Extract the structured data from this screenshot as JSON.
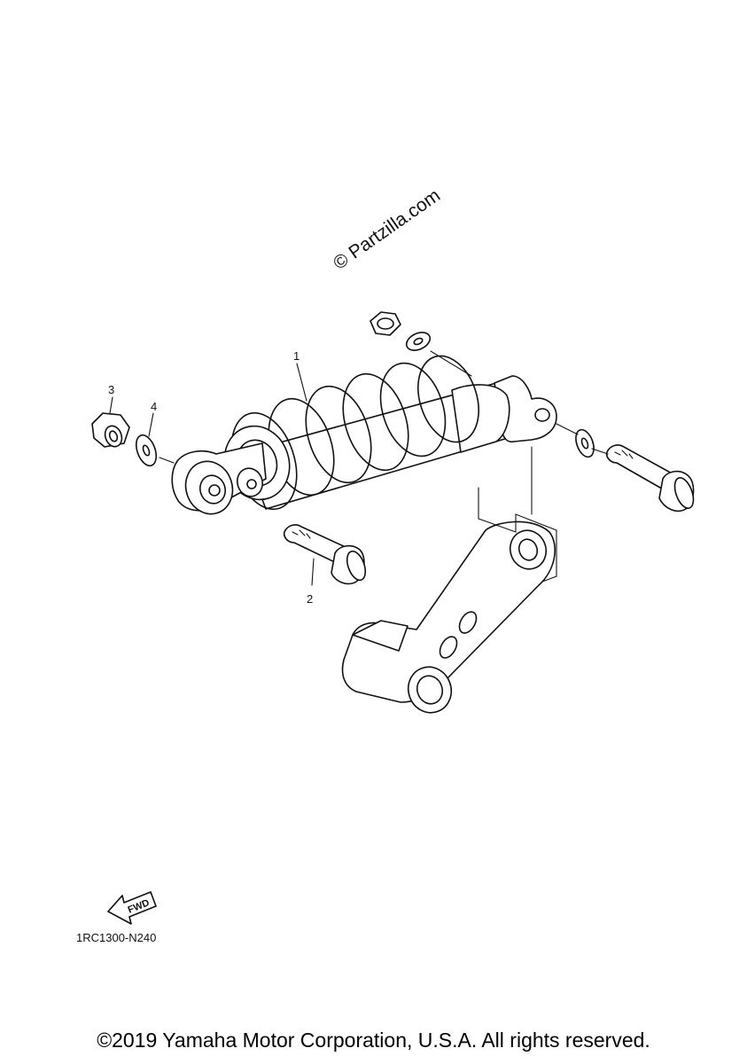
{
  "watermark": "© Partzilla.com",
  "diagram_code": "1RC1300-N240",
  "copyright": "©2019 Yamaha Motor Corporation, U.S.A. All rights reserved.",
  "fwd_label": "FWD",
  "callouts": [
    {
      "number": "1",
      "part": "shock-absorber-assembly"
    },
    {
      "number": "2",
      "part": "bolt"
    },
    {
      "number": "3",
      "part": "nut"
    },
    {
      "number": "4",
      "part": "washer"
    }
  ]
}
